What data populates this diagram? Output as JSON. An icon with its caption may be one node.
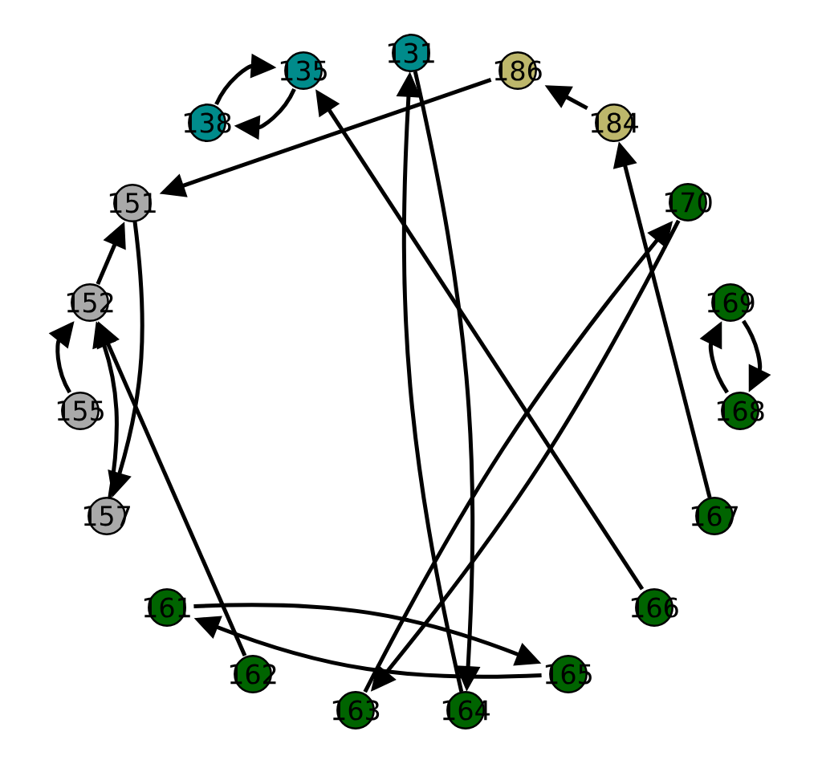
{
  "diagram": {
    "nodes": [
      {
        "text": [
          "131"
        ]
      },
      {
        "text": [
          "135"
        ]
      },
      {
        "text": [
          "138"
        ]
      },
      {
        "text": [
          "151"
        ]
      },
      {
        "text": [
          "152"
        ]
      },
      {
        "text": [
          "155"
        ]
      },
      {
        "text": [
          "157"
        ]
      },
      {
        "text": [
          "161"
        ]
      },
      {
        "text": [
          "162"
        ]
      },
      {
        "text": [
          "163"
        ]
      },
      {
        "text": [
          "164"
        ]
      },
      {
        "text": [
          "165"
        ]
      },
      {
        "text": [
          "166"
        ]
      },
      {
        "text": [
          "167"
        ]
      },
      {
        "text": [
          "168"
        ]
      },
      {
        "text": [
          "169"
        ]
      },
      {
        "text": [
          "170"
        ]
      },
      {
        "text": [
          "184"
        ]
      },
      {
        "text": [
          "186"
        ]
      }
    ],
    "edges": [
      {
        "from": 1,
        "to": 2,
        "arrow": "to"
      },
      {
        "from": 2,
        "to": 1,
        "arrow": "to"
      },
      {
        "from": 0,
        "to": 10,
        "arrow": "to"
      },
      {
        "from": 10,
        "to": 0,
        "arrow": "to"
      },
      {
        "from": 18,
        "to": 3,
        "arrow": "to"
      },
      {
        "from": 17,
        "to": 18,
        "arrow": "to"
      },
      {
        "from": 12,
        "to": 1,
        "arrow": "to"
      },
      {
        "from": 13,
        "to": 17,
        "arrow": "to"
      },
      {
        "from": 16,
        "to": 9,
        "arrow": "to"
      },
      {
        "from": 9,
        "to": 16,
        "arrow": "to"
      },
      {
        "from": 15,
        "to": 14,
        "arrow": "to"
      },
      {
        "from": 14,
        "to": 15,
        "arrow": "to"
      },
      {
        "from": 3,
        "to": 6,
        "arrow": "to"
      },
      {
        "from": 4,
        "to": 3,
        "arrow": "to"
      },
      {
        "from": 5,
        "to": 4,
        "arrow": "to"
      },
      {
        "from": 6,
        "to": 4,
        "arrow": "to"
      },
      {
        "from": 8,
        "to": 4,
        "arrow": "to"
      },
      {
        "from": 7,
        "to": 11,
        "arrow": "to"
      },
      {
        "from": 11,
        "to": 7,
        "arrow": "to"
      }
    ]
  }
}
